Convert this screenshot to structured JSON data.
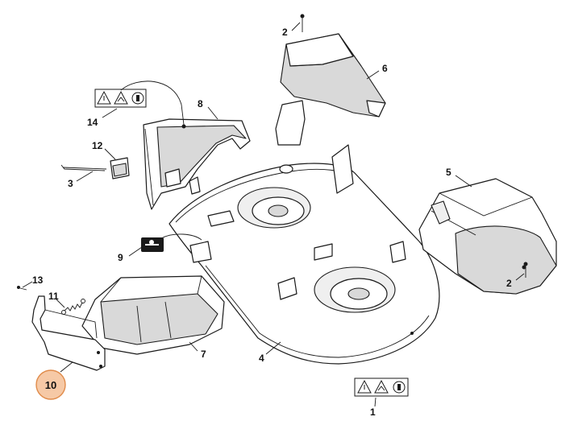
{
  "callouts": {
    "c1": "1",
    "c2a": "2",
    "c2b": "2",
    "c3": "3",
    "c4": "4",
    "c5": "5",
    "c6": "6",
    "c7": "7",
    "c8": "8",
    "c9": "9",
    "c10": "10",
    "c11": "11",
    "c12": "12",
    "c13": "13",
    "c14": "14"
  },
  "highlight": {
    "selected_callout": "10",
    "circle_fill": "#f6c9a6",
    "circle_stroke": "#e08b4a"
  },
  "icons": [
    "warning-triangle-icon",
    "hand-hazard-icon",
    "read-manual-icon",
    "mulch-plug-icon"
  ]
}
